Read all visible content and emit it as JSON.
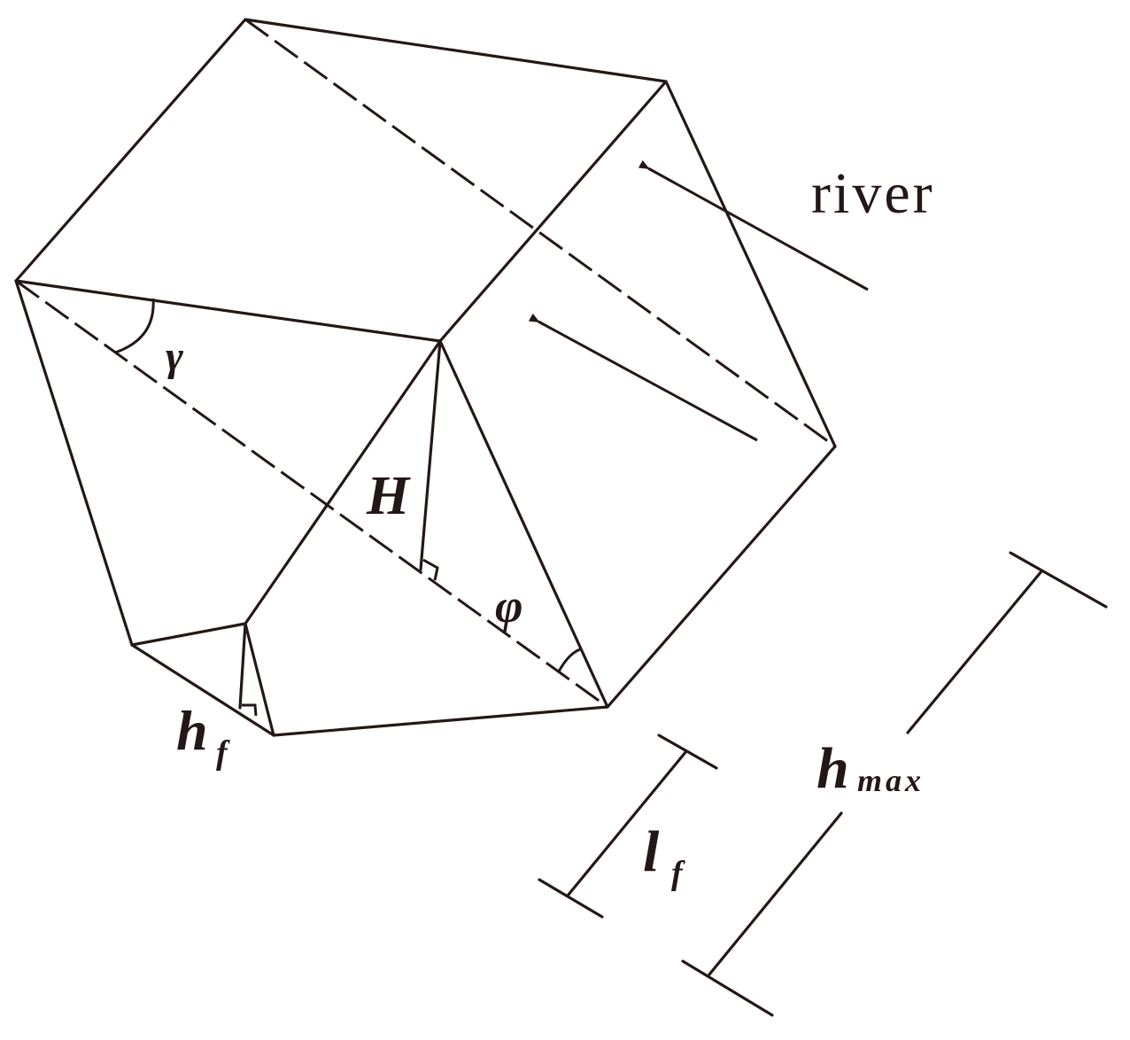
{
  "labels": {
    "flow": "river",
    "gamma": "γ",
    "H": "H",
    "phi": "φ",
    "h_main": "h",
    "h_sub": "f",
    "l_main": "l",
    "l_sub": "f",
    "hmax_main": "h",
    "hmax_sub": "max"
  },
  "colors": {
    "stroke": "#231815",
    "background": "#ffffff"
  }
}
